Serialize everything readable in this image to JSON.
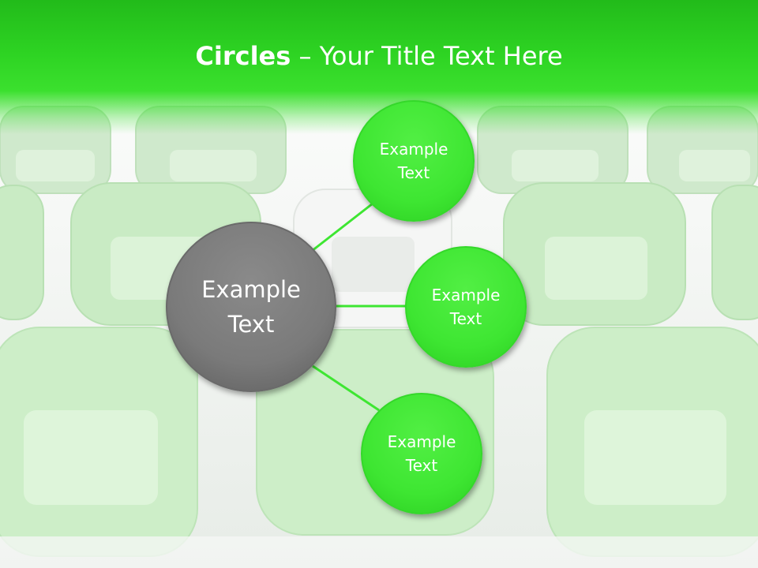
{
  "slide": {
    "title_bold": "Circles",
    "title_rest": " – Your Title Text Here"
  },
  "center": {
    "line1": "Example",
    "line2": "Text"
  },
  "nodes": [
    {
      "line1": "Example",
      "line2": "Text"
    },
    {
      "line1": "Example",
      "line2": "Text"
    },
    {
      "line1": "Example",
      "line2": "Text"
    }
  ],
  "colors": {
    "accent": "#3ee632",
    "header": "#2ed423",
    "center": "#7a7a7a",
    "connector": "#3ee632"
  }
}
